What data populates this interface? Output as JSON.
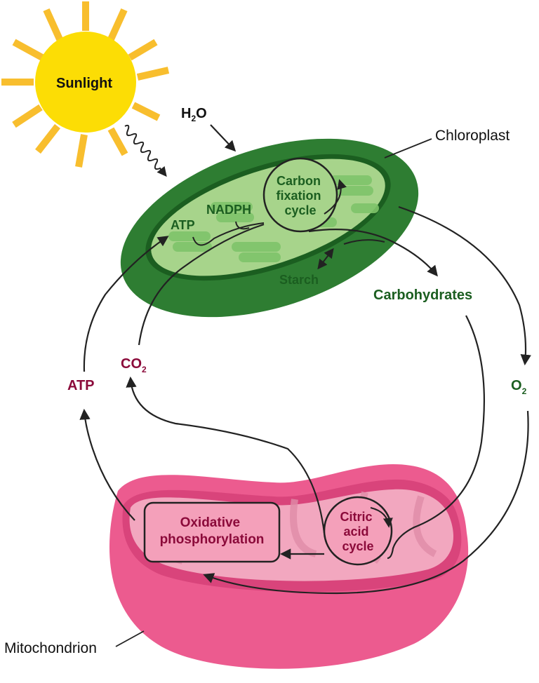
{
  "labels": {
    "sunlight": "Sunlight",
    "h2o_base": "H",
    "h2o_sub": "2",
    "h2o_end": "O",
    "chloroplast": "Chloroplast",
    "carbon_fixation_line1": "Carbon",
    "carbon_fixation_line2": "fixation",
    "carbon_fixation_line3": "cycle",
    "atp_chloro": "ATP",
    "nadph": "NADPH",
    "starch": "Starch",
    "carbohydrates": "Carbohydrates",
    "o2_base": "O",
    "o2_sub": "2",
    "co2_base": "CO",
    "co2_sub": "2",
    "atp_mito": "ATP",
    "oxidative_line1": "Oxidative",
    "oxidative_line2": "phosphorylation",
    "citric_line1": "Citric",
    "citric_line2": "acid",
    "citric_line3": "cycle",
    "mitochondrion": "Mitochondrion"
  },
  "colors": {
    "sun": "#FCDD05",
    "sun_ray": "#F8BE2E",
    "chloro_outer": "#2E7D32",
    "chloro_inner": "#A7D48B",
    "chloro_rim": "#1B5E20",
    "chloro_text": "#1B5E20",
    "mito_outer": "#EC5B8F",
    "mito_inner": "#F2A7BF",
    "mito_box": "#F4A0BA",
    "mito_text": "#8B0A3A",
    "arrow": "#222222"
  }
}
